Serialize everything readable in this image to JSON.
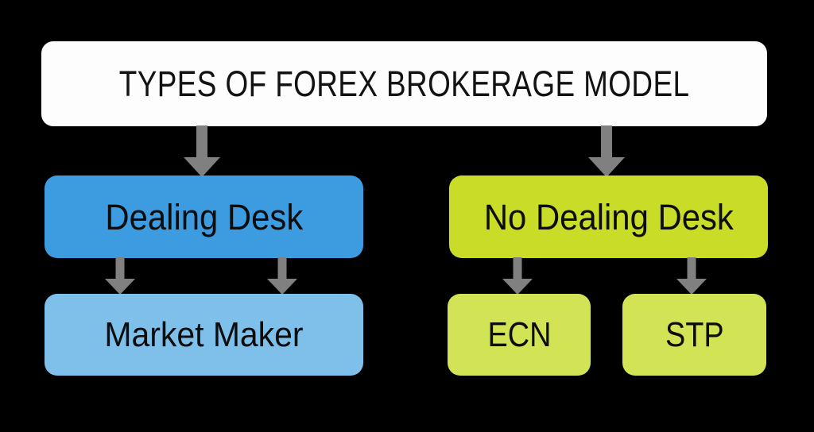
{
  "diagram": {
    "title": "TYPES OF FOREX BROKERAGE MODEL",
    "background_color": "#000000",
    "arrow_color": "#808080",
    "nodes": {
      "title_box": {
        "label": "TYPES OF FOREX BROKERAGE MODEL",
        "color": "#FDFDFD"
      },
      "dealing_desk": {
        "label": "Dealing Desk",
        "color": "#3D9BE0"
      },
      "no_dealing_desk": {
        "label": "No Dealing Desk",
        "color": "#C8DC28"
      },
      "market_maker": {
        "label": "Market Maker",
        "color": "#7FC0EB"
      },
      "ecn": {
        "label": "ECN",
        "color": "#D2E356"
      },
      "stp": {
        "label": "STP",
        "color": "#D2E356"
      }
    }
  }
}
